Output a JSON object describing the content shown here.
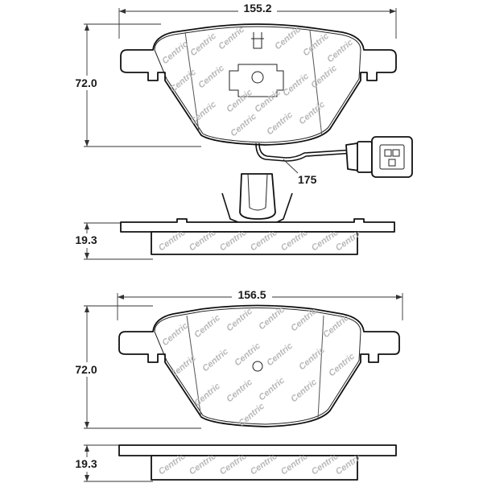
{
  "drawing": {
    "top_pad": {
      "width_label": "155.2",
      "height_label": "72.0",
      "wire_label": "175"
    },
    "top_side": {
      "thickness_label": "19.3"
    },
    "bottom_pad": {
      "width_label": "156.5",
      "height_label": "72.0"
    },
    "bottom_side": {
      "thickness_label": "19.3"
    },
    "watermark": "Centric"
  },
  "colors": {
    "line": "#111111",
    "watermark": "#b8b8b8",
    "background": "#ffffff"
  }
}
